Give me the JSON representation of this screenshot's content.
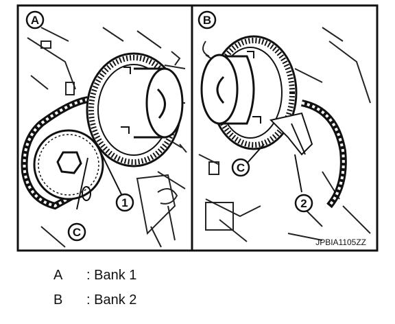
{
  "figure": {
    "panel_left_label": "A",
    "panel_right_label": "B",
    "callout_c": "C",
    "callout_1": "1",
    "callout_2": "2",
    "figure_code": "JPBIA1105ZZ"
  },
  "legend": [
    {
      "key": "A",
      "text": ": Bank 1"
    },
    {
      "key": "B",
      "text": ": Bank 2"
    }
  ]
}
